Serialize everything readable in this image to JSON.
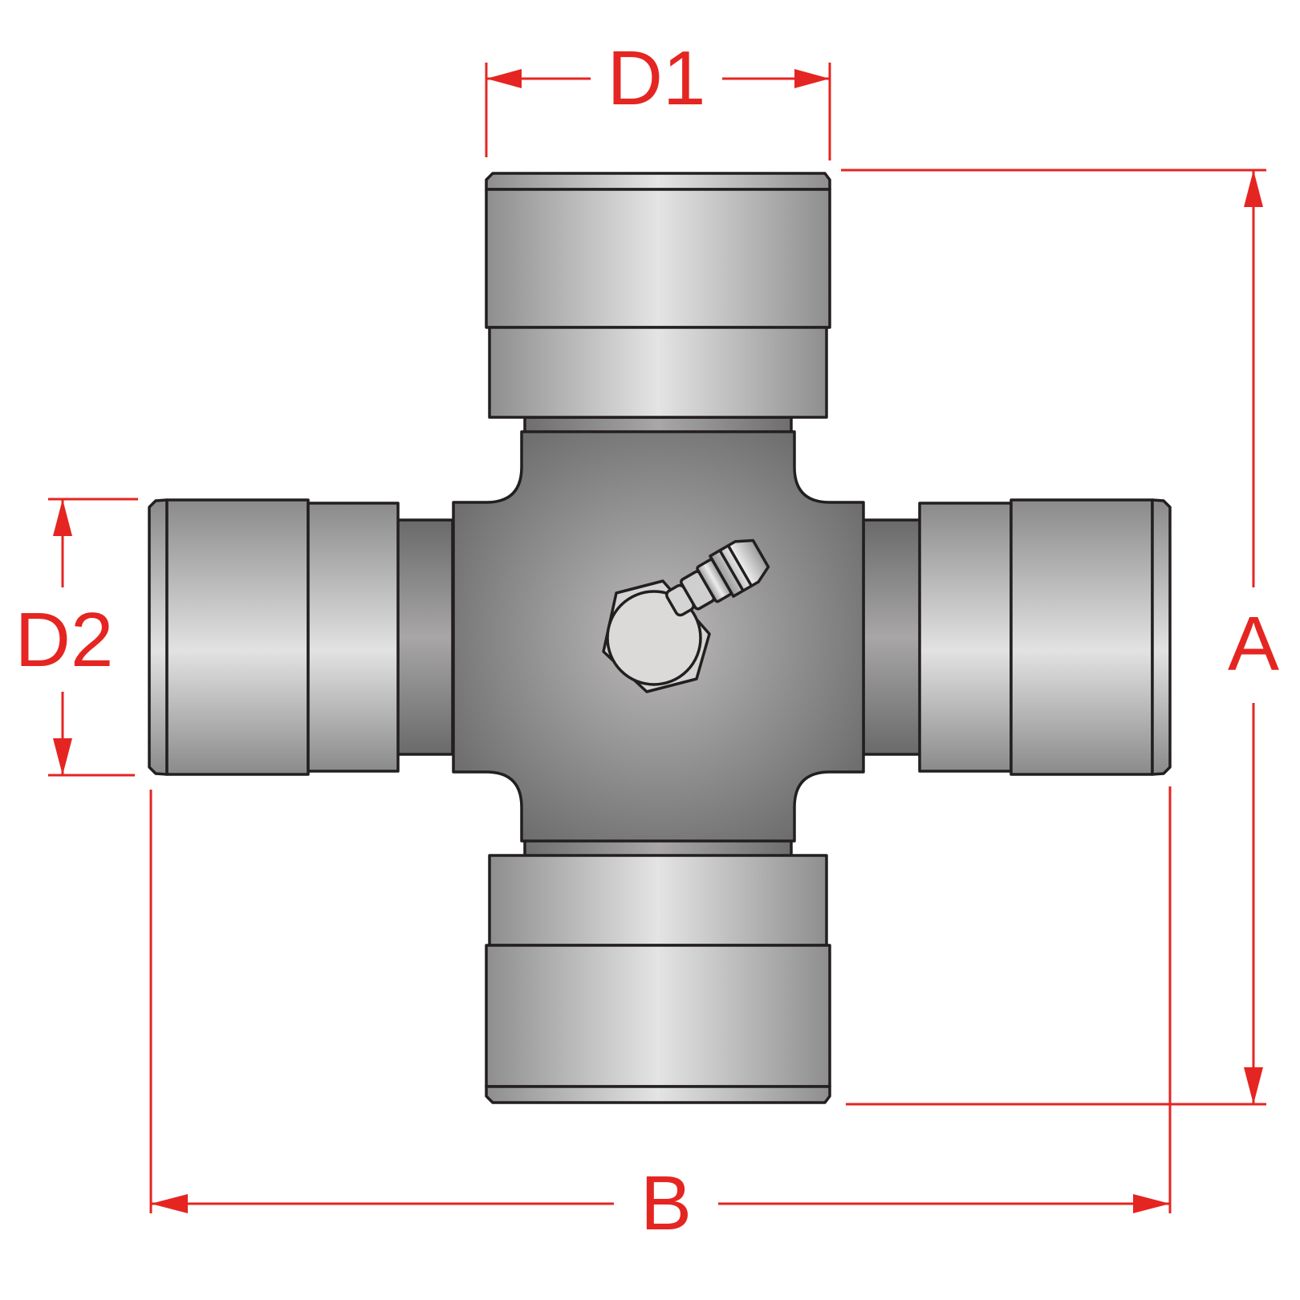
{
  "diagram": {
    "subject": "Universal joint cross (U-joint) with grease fitting",
    "dimensions": {
      "d1": {
        "label": "D1",
        "description": "Bearing cup diameter (top/bottom)"
      },
      "d2": {
        "label": "D2",
        "description": "Bearing cup diameter (left/right)"
      },
      "a": {
        "label": "A",
        "description": "Overall height across vertical cups"
      },
      "b": {
        "label": "B",
        "description": "Overall width across horizontal cups"
      }
    },
    "colors": {
      "dimension": "#e52521",
      "outline": "#231f20",
      "metal_light": "#e4e4e4",
      "metal_dark": "#8a8a8a",
      "body_dark": "#6e6e6e",
      "background": "#ffffff"
    }
  }
}
